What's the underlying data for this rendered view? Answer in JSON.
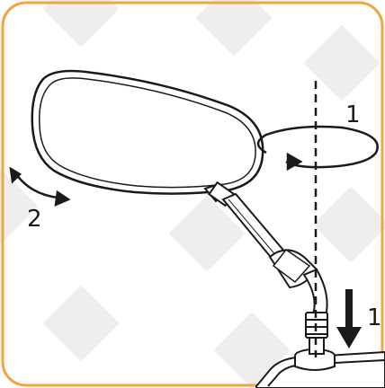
{
  "diagram": {
    "frame_color": "#f2a53a",
    "line_color": "#1a1a1a",
    "watermark_color": "#eeeeee",
    "labels": {
      "rotate_step": "1",
      "tilt_step": "2",
      "insert_step": "1"
    },
    "icons": [
      "mirror-icon",
      "rotate-arrow-icon",
      "tilt-arrow-icon",
      "down-arrow-icon"
    ]
  }
}
